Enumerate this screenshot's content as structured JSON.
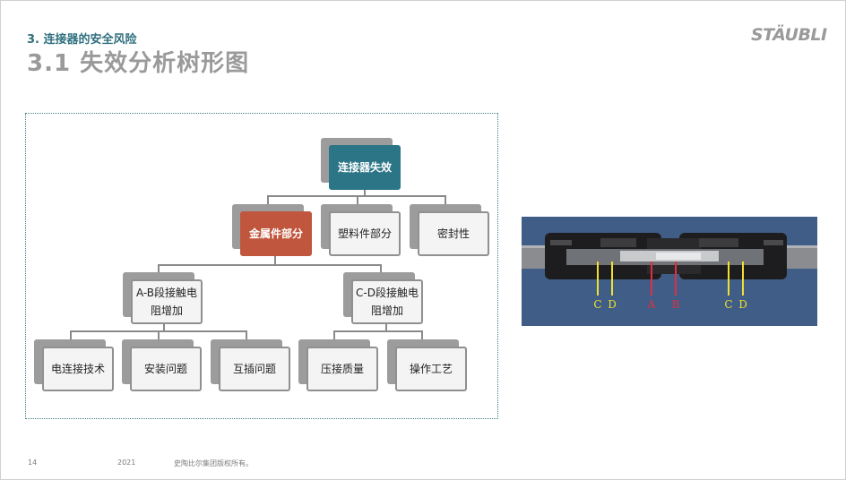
{
  "header": {
    "subtitle": "3. 连接器的安全风险",
    "title": "3.1 失效分析树形图",
    "logo": "STÄUBLI"
  },
  "tree": {
    "root": "连接器失效",
    "level2": [
      "金属件部分",
      "塑料件部分",
      "密封性"
    ],
    "level3": [
      "A-B段接触电阻增加",
      "C-D段接触电阻增加"
    ],
    "level4_ab": [
      "电连接技术",
      "安装问题",
      "互插问题"
    ],
    "level4_cd": [
      "压接质量",
      "操作工艺"
    ]
  },
  "photo": {
    "markers": [
      {
        "label": "C",
        "color": "#f0e030"
      },
      {
        "label": "D",
        "color": "#f0e030"
      },
      {
        "label": "A",
        "color": "#e03040"
      },
      {
        "label": "B",
        "color": "#e03040"
      },
      {
        "label": "C",
        "color": "#f0e030"
      },
      {
        "label": "D",
        "color": "#f0e030"
      }
    ]
  },
  "footer": {
    "page": "14",
    "year": "2021",
    "copyright": "史陶比尔集团版权所有。"
  }
}
